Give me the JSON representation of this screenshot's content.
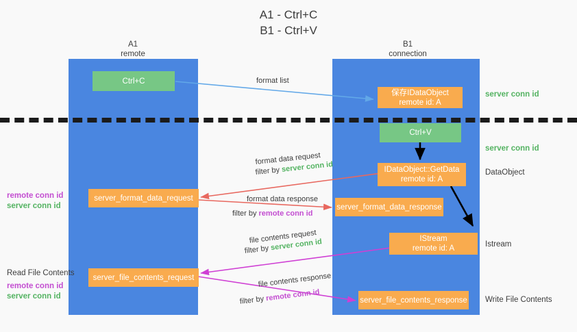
{
  "title": {
    "line1": "A1 - Ctrl+C",
    "line2": "B1 - Ctrl+V"
  },
  "panels": {
    "left": {
      "name": "A1",
      "sub": "remote"
    },
    "right": {
      "name": "B1",
      "sub": "connection"
    }
  },
  "boxes": {
    "ctrl_c": "Ctrl+C",
    "ctrl_v": "Ctrl+V",
    "idataobject": {
      "line1": "保存IDataObject",
      "line2": "remote id: A"
    },
    "getdata": {
      "line1": "IDataObject::GetData",
      "line2": "remote id: A"
    },
    "istream": {
      "line1": "IStream",
      "line2": "remote id: A"
    },
    "server_format_data_request": "server_format_data_request",
    "server_format_data_response": "server_format_data_response",
    "server_file_contents_request": "server_file_contents_request",
    "server_file_contents_response": "server_file_contents_response"
  },
  "right_labels": {
    "server_conn_id_top": "server conn id",
    "server_conn_id_mid": "server conn id",
    "dataobject": "DataObject",
    "istream": "Istream",
    "write_file_contents": "Write File Contents"
  },
  "left_labels": {
    "remote_conn_id_1": "remote conn id",
    "server_conn_id_1": "server conn id",
    "read_file_contents": "Read File Contents",
    "remote_conn_id_2": "remote conn id",
    "server_conn_id_2": "server conn id"
  },
  "edges": {
    "format_list": "format list",
    "format_data_request": "format data request",
    "format_data_request_filter_prefix": "filter by ",
    "format_data_request_filter_value": "server conn id",
    "format_data_response": "format data response",
    "format_data_response_filter_prefix": "filter by ",
    "format_data_response_filter_value": "remote conn id",
    "file_contents_request": "file contents request",
    "file_contents_request_filter_prefix": "filter by ",
    "file_contents_request_filter_value": "server conn id",
    "file_contents_response": "file contents response",
    "file_contents_response_filter_prefix": "filter by ",
    "file_contents_response_filter_value": "remote conn id"
  },
  "colors": {
    "panel": "#4a86e0",
    "orange": "#f9ab4e",
    "green": "#77c785",
    "green_text": "#54b362",
    "purple_text": "#c34ed1",
    "red_arrow": "#e8685f",
    "magenta_arrow": "#cf3fd4",
    "lightblue_arrow": "#62a8e8",
    "black_arrow": "#000000"
  }
}
